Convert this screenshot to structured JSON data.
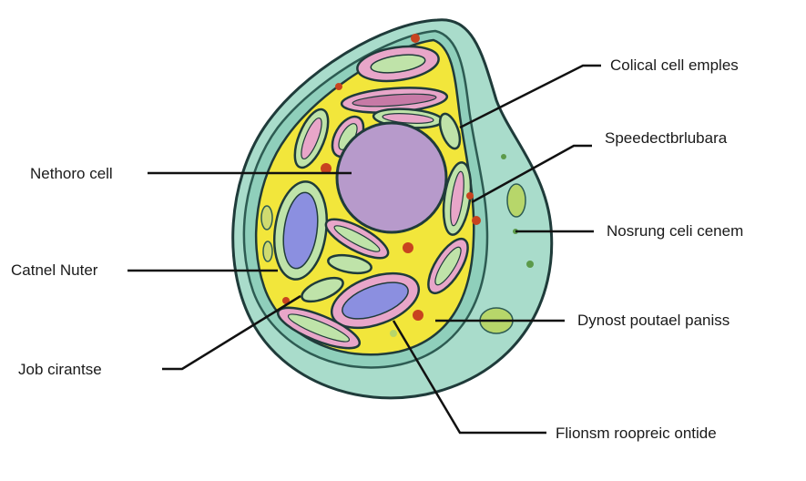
{
  "labels": {
    "top_right": "Colical cell emples",
    "right_upper": "Speedectbrlubara",
    "left_upper": "Nethoro cell",
    "right_middle": "Nosrung celi cenem",
    "left_middle": "Catnel Nuter",
    "right_lower": "Dynost poutael paniss",
    "left_lower": "Job cirantse",
    "bottom": "Flionsm roopreic ontide"
  },
  "colors": {
    "cell_wall": "#a9dccb",
    "cell_wall_dark": "#7cc2ad",
    "cytoplasm": "#f2e63b",
    "nucleus": "#b79acb",
    "organelle_outer": "#bfe3a9",
    "organelle_pink": "#e8a6c9",
    "organelle_inner": "#8b8fe0",
    "red_dot": "#c8431f",
    "outline": "#1f3b3a"
  }
}
